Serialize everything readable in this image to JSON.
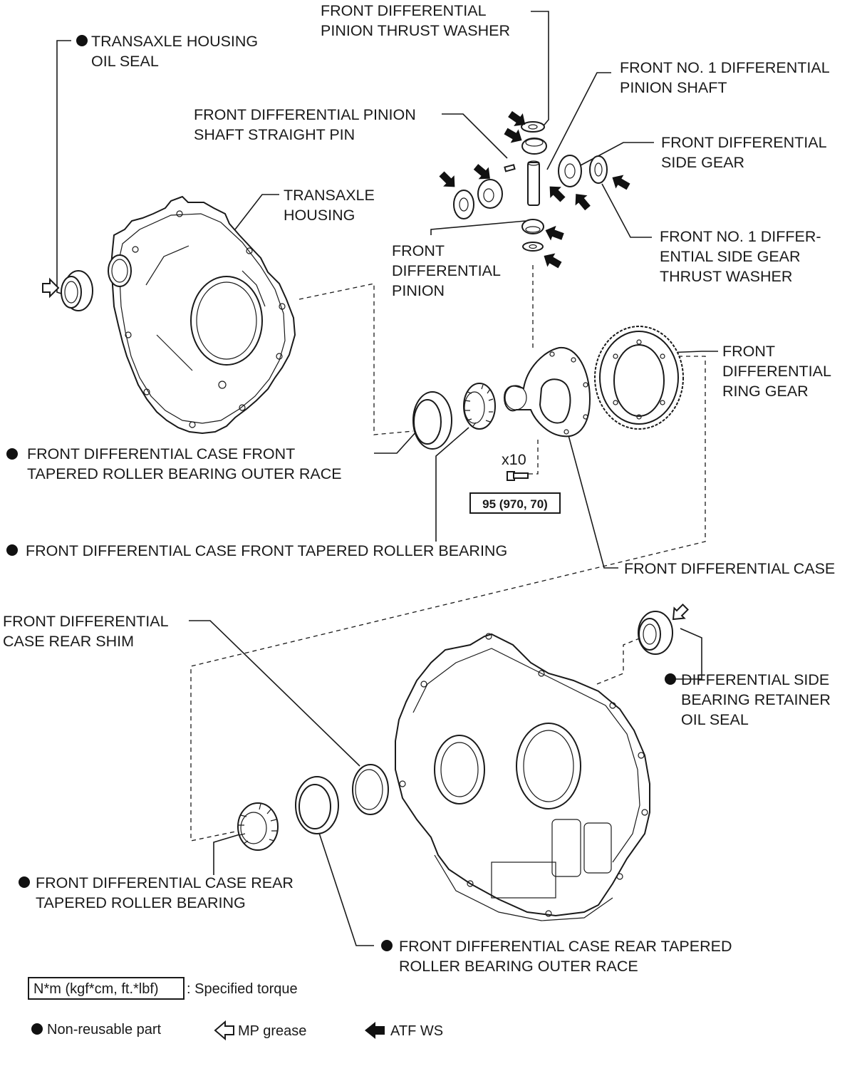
{
  "labels": {
    "pinion_thrust_washer": [
      "FRONT DIFFERENTIAL",
      "PINION THRUST WASHER"
    ],
    "transaxle_oil_seal": [
      "TRANSAXLE HOUSING",
      "OIL SEAL"
    ],
    "pinion_shaft_no1": [
      "FRONT NO. 1 DIFFERENTIAL",
      "PINION SHAFT"
    ],
    "straight_pin": [
      "FRONT DIFFERENTIAL PINION",
      "SHAFT STRAIGHT PIN"
    ],
    "side_gear": [
      "FRONT DIFFERENTIAL",
      "SIDE GEAR"
    ],
    "transaxle_housing": [
      "TRANSAXLE",
      "HOUSING"
    ],
    "side_gear_thrust_washer": [
      "FRONT NO. 1 DIFFER-",
      "ENTIAL SIDE GEAR",
      "THRUST WASHER"
    ],
    "pinion": [
      "FRONT",
      "DIFFERENTIAL",
      "PINION"
    ],
    "ring_gear": [
      "FRONT",
      "DIFFERENTIAL",
      "RING GEAR"
    ],
    "front_outer_race": [
      "FRONT DIFFERENTIAL CASE FRONT",
      "TAPERED ROLLER BEARING OUTER RACE"
    ],
    "bolt_count": "x10",
    "torque_spec": "95 (970, 70)",
    "front_bearing": [
      "FRONT DIFFERENTIAL CASE FRONT TAPERED ROLLER BEARING"
    ],
    "diff_case": [
      "FRONT DIFFERENTIAL CASE"
    ],
    "rear_shim": [
      "FRONT DIFFERENTIAL",
      "CASE REAR SHIM"
    ],
    "retainer_oil_seal": [
      "DIFFERENTIAL SIDE",
      "BEARING RETAINER",
      "OIL SEAL"
    ],
    "rear_bearing": [
      "FRONT DIFFERENTIAL CASE REAR",
      "TAPERED ROLLER BEARING"
    ],
    "rear_outer_race": [
      "FRONT DIFFERENTIAL CASE REAR TAPERED",
      "ROLLER BEARING OUTER RACE"
    ]
  },
  "legend": {
    "torque_box": "N*m (kgf*cm, ft.*lbf)",
    "torque_text": ": Specified torque",
    "non_reusable": "Non-reusable part",
    "mp_grease": "MP grease",
    "atf": "ATF WS"
  },
  "icons": {
    "non_reusable": "filled-circle-icon",
    "mp_grease": "hollow-arrow-icon",
    "atf": "solid-arrow-icon"
  },
  "colors": {
    "ink": "#1a1a1a",
    "background": "#ffffff"
  }
}
